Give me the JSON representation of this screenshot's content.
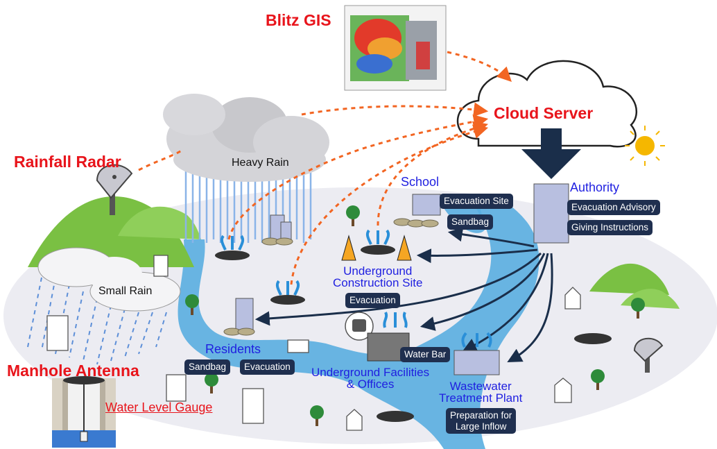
{
  "labels": {
    "blitz_gis": "Blitz GIS",
    "cloud_server": "Cloud Server",
    "rainfall_radar": "Rainfall Radar",
    "heavy_rain": "Heavy Rain",
    "small_rain": "Small Rain",
    "manhole_antenna": "Manhole Antenna",
    "water_level_gauge": "Water Level Gauge",
    "school": "School",
    "authority": "Authority",
    "underground_construction_site": [
      "Underground",
      "Construction Site"
    ],
    "residents": "Residents",
    "underground_facilities": [
      "Underground Facilities",
      "& Offices"
    ],
    "wastewater_plant": [
      "Wastewater",
      "Treatment Plant"
    ]
  },
  "badges": {
    "evacuation_site": "Evacuation Site",
    "sandbag_school": "Sandbag",
    "evacuation_advisory": "Evacuation Advisory",
    "giving_instructions": "Giving Instructions",
    "evacuation_construction": "Evacuation",
    "sandbag_residents": "Sandbag",
    "evacuation_residents": "Evacuation",
    "water_bar": "Water Bar",
    "preparation_inflow": [
      "Preparation for",
      "Large Inflow"
    ]
  },
  "colors": {
    "title_red": "#e8141b",
    "label_blue": "#1f1fe0",
    "badge_navy": "#1f2f4f",
    "arrow_orange": "#f26522",
    "river_blue": "#5aaee0",
    "rain_blue": "#8ab4e8",
    "hill_green": "#7ac043",
    "ground_gray": "#ececf2",
    "big_arrow": "#1a2e4a",
    "sun": "#f5b700"
  },
  "icons": [
    "satellite-dish-icon",
    "cloud-icon",
    "sun-icon",
    "manhole-icon",
    "tree-icon",
    "building-icon",
    "house-icon",
    "traffic-cone-icon",
    "train-icon",
    "factory-icon",
    "sandbag-icon"
  ]
}
